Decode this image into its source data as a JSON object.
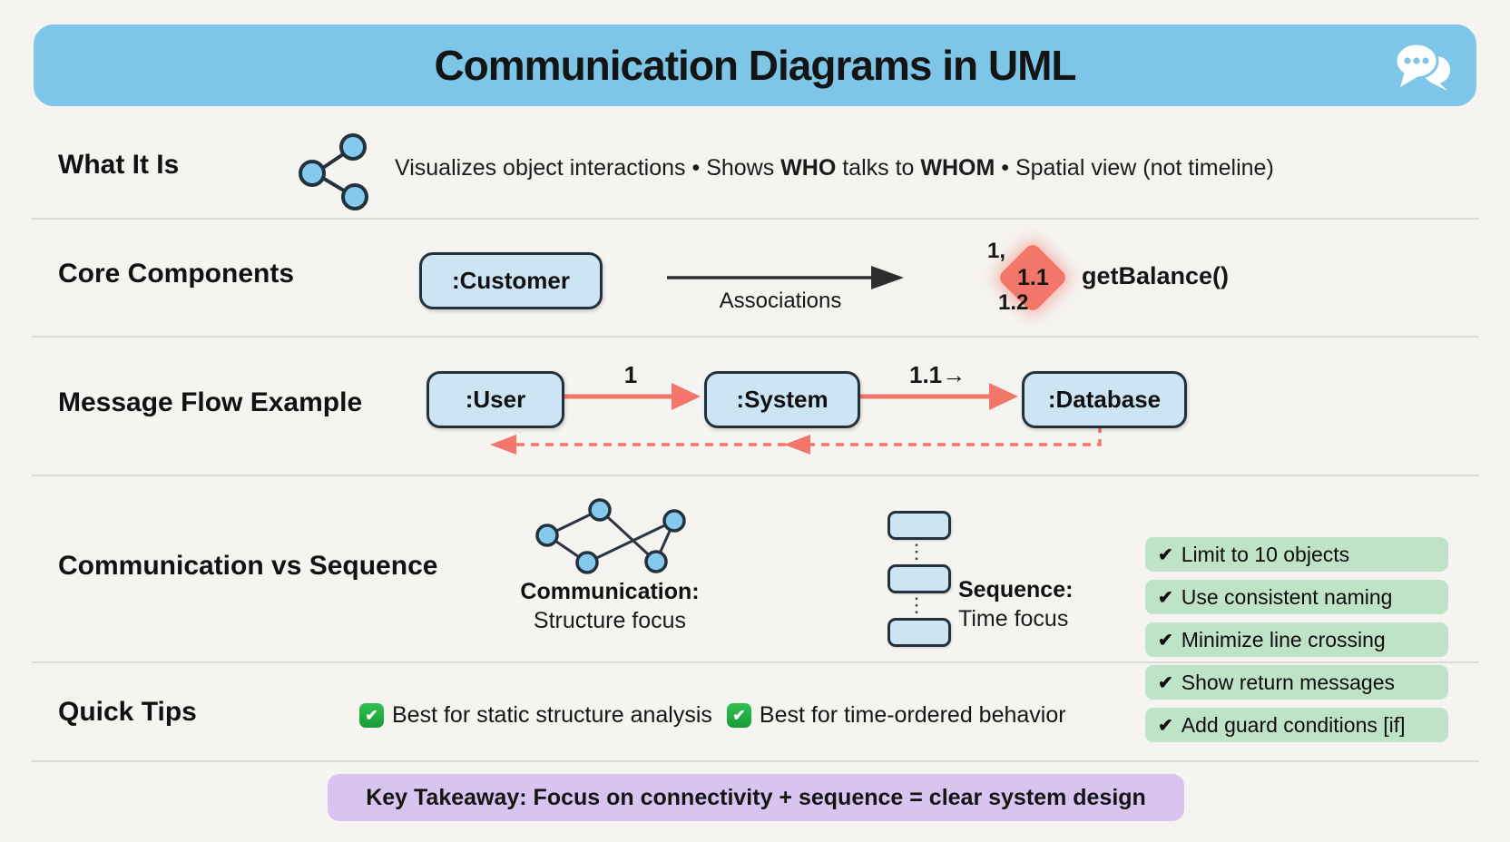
{
  "header": {
    "title": "Communication Diagrams in UML"
  },
  "rows": {
    "what_it_is": {
      "label": "What It Is",
      "desc_1": "Visualizes object interactions • Shows ",
      "desc_bold_1": "WHO",
      "desc_2": " talks to ",
      "desc_bold_2": "WHOM",
      "desc_3": " • Spatial view (not timeline)"
    },
    "core_components": {
      "label": "Core Components",
      "object_name": ":Customer",
      "association_label": "Associations",
      "seq_top": "1,",
      "seq_mid": "1.1",
      "seq_bottom": "1.2",
      "message_label": "getBalance()"
    },
    "message_flow": {
      "label": "Message Flow Example",
      "user": ":User",
      "system": ":System",
      "database": ":Database",
      "msg1_label": "1",
      "msg2_label": "1.1→"
    },
    "comparison": {
      "label": "Communication vs Sequence",
      "communication_title": "Communication:",
      "communication_subtitle": "Structure focus",
      "sequence_title": "Sequence:",
      "sequence_subtitle": "Time focus"
    },
    "checklist": {
      "check": "✔",
      "items": [
        "Limit to 10 objects",
        "Use consistent naming",
        "Minimize line crossing",
        "Show return messages",
        "Add guard conditions [if]"
      ]
    },
    "quick_tips": {
      "label": "Quick Tips",
      "check": "✔",
      "tip_1": "Best for static structure analysis",
      "tip_2": "Best for time-ordered behavior"
    },
    "takeaway": "Key Takeaway: Focus on connectivity + sequence = clear system design"
  },
  "colors": {
    "header_blue": "#7ec6e8",
    "node_blue": "#85c9ec",
    "box_blue": "#cce4f3",
    "accent_salmon": "#f3766a",
    "pill_green": "#bfe3c7",
    "emoji_green": "#1fae3c",
    "banner_purple": "#d9c4f0",
    "ink": "#22313c"
  }
}
